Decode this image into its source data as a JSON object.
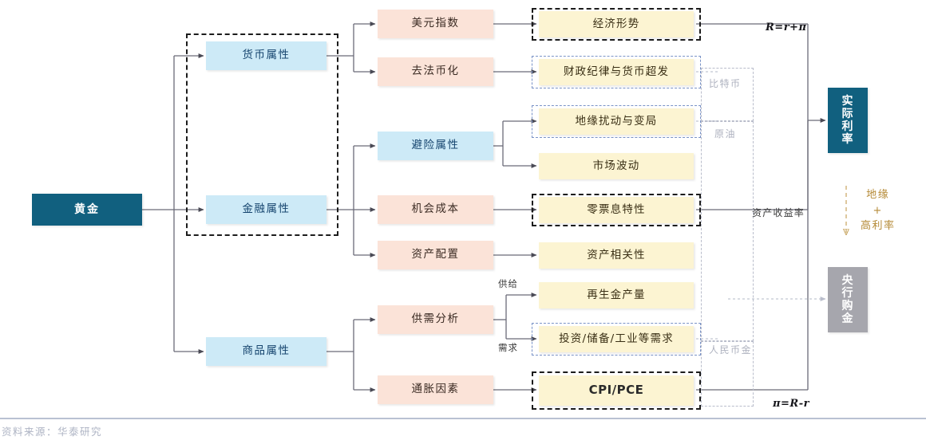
{
  "figure": {
    "source_note": "资料来源：华泰研究"
  },
  "root": {
    "label": "黄金",
    "color": "#11607f"
  },
  "attributes": [
    {
      "label": "货币属性",
      "color": "#cdeaf7"
    },
    {
      "label": "金融属性",
      "color": "#cdeaf7"
    },
    {
      "label": "商品属性",
      "color": "#cdeaf7"
    }
  ],
  "drivers": [
    {
      "label": "美元指数",
      "color": "#fbe3d8"
    },
    {
      "label": "去法币化",
      "color": "#fbe3d8"
    },
    {
      "label": "避险属性",
      "color": "#cdeaf7"
    },
    {
      "label": "机会成本",
      "color": "#fbe3d8"
    },
    {
      "label": "资产配置",
      "color": "#fbe3d8"
    },
    {
      "label": "供需分析",
      "color": "#fbe3d8"
    },
    {
      "label": "通胀因素",
      "color": "#fbe3d8"
    }
  ],
  "factors": [
    {
      "label": "经济形势",
      "color": "#fcf4d2"
    },
    {
      "label": "财政纪律与货币超发",
      "color": "#fcf4d2"
    },
    {
      "label": "地缘扰动与变局",
      "color": "#fcf4d2"
    },
    {
      "label": "市场波动",
      "color": "#fcf4d2"
    },
    {
      "label": "零票息特性",
      "color": "#fcf4d2"
    },
    {
      "label": "资产相关性",
      "color": "#fcf4d2"
    },
    {
      "label": "再生金产量",
      "color": "#fcf4d2"
    },
    {
      "label": "投资/储备/工业等需求",
      "color": "#fcf4d2"
    },
    {
      "label": "CPI/PCE",
      "color": "#fcf4d2"
    }
  ],
  "outcomes": [
    {
      "label": "实际利率",
      "color": "#11607f"
    },
    {
      "label": "央行购金",
      "color": "#a6a6ad"
    }
  ],
  "edge_labels": {
    "supply": "供给",
    "demand": "需求"
  },
  "annotations": {
    "bitcoin": "比特币",
    "crude_oil": "原油",
    "rmb_gold": "人民币金",
    "asset_yield": "资产收益率",
    "geo_high_rate_line1": "地缘",
    "geo_high_rate_plus": "+",
    "geo_high_rate_line2": "高利率"
  },
  "formulas": {
    "top": "R=r+π",
    "bottom": "π=R-r"
  }
}
